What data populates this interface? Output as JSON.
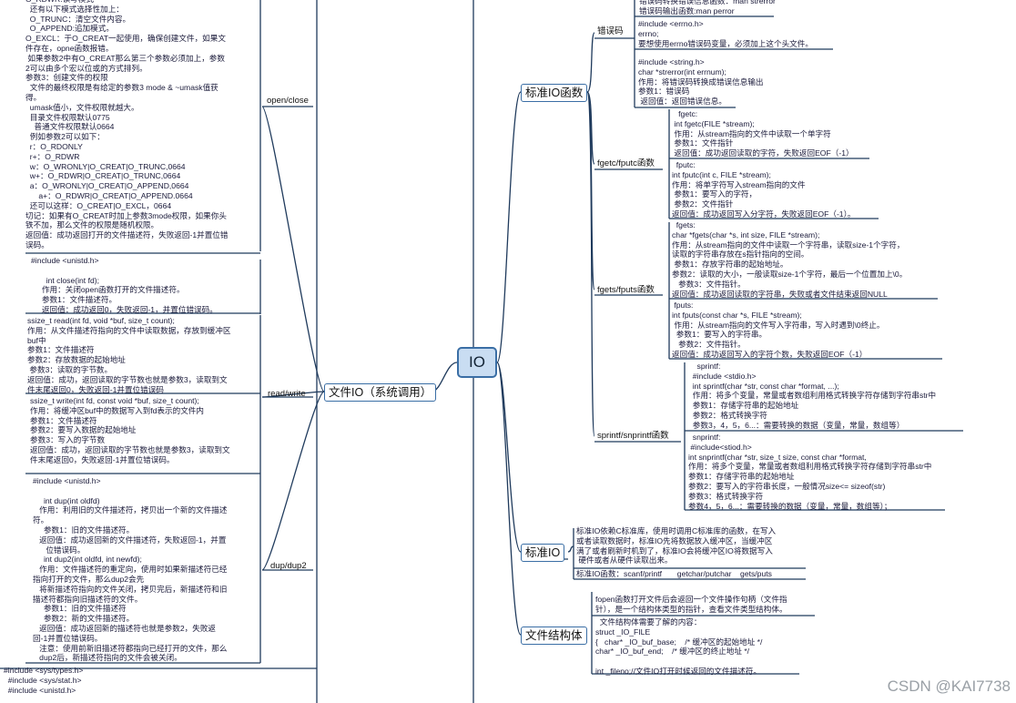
{
  "center": "IO",
  "watermark": "CSDN @KAI7738",
  "left": {
    "main": "文件IO（系统调用）",
    "branches": {
      "open_close": "open/close",
      "read_write": "read/write",
      "dup": "dup/dup2"
    },
    "notes": {
      "open_desc": "O_RDWR:读写模式\n  还有以下模式选择性加上：\n  O_TRUNC：清空文件内容。\n  O_APPEND:追加模式。\nO_EXCL：于O_CREAT一起使用，确保创建文件，如果文\n件存在，opne函数报错。\n 如果参数2中有O_CREAT那么第三个参数必须加上，参数\n2可以由多个宏以位或的方式排列。\n参数3：创建文件的权限\n  文件的最终权限是有给定的参数3 mode & ~umask值获\n得。\n  umask值小，文件权限就越大。\n  目录文件权限默认0775\n    普通文件权限默认0664\n  例如参数2可以如下：\n  r：O_RDONLY\n  r+：O_RDWR\n  w：O_WRONLY|O_CREAT|O_TRUNC,0664\n  w+：O_RDWR|O_CREAT|O_TRUNC,0664\n  a：O_WRONLY|O_CREAT|O_APPEND,0664\n      a+：O_RDWR|O_CREAT|O_APPEND.0664\n  还可以这样：O_CREAT|O_EXCL，0664\n切记：如果有O_CREAT时加上参数3mode权限，如果你头\n铁不加，那么文件的权限是随机权限。\n返回值：成功返回打开的文件描述符，失败返回-1并置位错\n误码。",
      "close_desc": "#include <unistd.h>\n\n       int close(int fd);\n     作用：关闭open函数打开的文件描述符。\n     参数1：文件描述符。\n     返回值：成功返回0，失败返回-1，并置位错误码。",
      "read_desc": "ssize_t read(int fd, void *buf, size_t count);\n作用：从文件描述符指向的文件中读取数据，存放到缓冲区\nbuf中\n参数1：文件描述符\n参数2：存放数据的起始地址\n 参数3：读取的字节数。\n返回值：成功，返回读取的字节数也就是参数3，读取到文\n件末尾返回0，失败返回-1并置位错误码",
      "write_desc": "ssize_t write(int fd, const void *buf, size_t count);\n作用：将缓冲区buf中的数据写入到fd表示的文件内\n参数1：文件描述符\n参数2：要写入数据的起始地址\n参数3：写入的字节数\n返回值：成功，返回读取的字节数也就是参数3，读取到文\n件末尾返回0，失败返回-1并置位错误码。",
      "dup_desc": "#include <unistd.h>\n\n     int dup(int oldfd)\n   作用：利用旧的文件描述符，拷贝出一个新的文件描述\n符。\n     参数1：旧的文件描述符。\n   返回值：成功返回新的文件描述符，失败返回-1，并置\n      位错误码。\n     int dup2(int oldfd, int newfd);\n   作用：文件描述符的重定向，使用时如果新描述符已经\n指向打开的文件，那么dup2会先\n   将新描述符指向的文件关闭，拷贝完后，新描述符和旧\n描述符都指向旧描述符的文件。\n     参数1：旧的文件描述符\n     参数2：新的文件描述符。\n   返回值：成功返回新的描述符也就是参数2，失败返\n回-1并置位错误码。\n   注意：使用前新旧描述符都指向已经打开的文件，那么\n   dup2后，新描述符指向的文件会被关闭。",
      "includes": "#include <sys/types.h>\n  #include <sys/stat.h>\n  #include <unistd.h>"
    }
  },
  "right": {
    "std_io": {
      "main": "标准IO函数",
      "branches": {
        "errno": "错误码",
        "fgetc": "fgetc/fputc函数",
        "fgets": "fgets/fputs函数",
        "sprintf": "sprintf/snprintf函数"
      },
      "notes": {
        "errno_desc": "错误码转换错误信息函数：man strerror\n错误码输出函数:man perror",
        "errno_h": "#include <errno.h>\nerrno;\n要想使用errno错误码变量，必须加上这个头文件。",
        "strerror": "#include <string.h>\nchar *strerror(int errnum);\n作用：将错误码转换成错误信息输出\n参数1：错误码\n 返回值：返回错误信息。",
        "fgetc": "   fgetc:\n int fgetc(FILE *stream);\n 作用：从stream指向的文件中读取一个单字符\n 参数1：文件指针\n 返回值：成功返回读取的字符，失败返回EOF（-1）",
        "fputc": "  fputc:\nint fputc(int c, FILE *stream);\n作用：将单字符写入stream指向的文件\n 参数1：要写入的字符，\n 参数2：文件指针\n返回值：成功返回写入分字符，失败返回EOF（-1）。",
        "fgets": "  fgets:\nchar *fgets(char *s, int size, FILE *stream);\n作用：从stream指向的文件中读取一个字符串，读取size-1个字符，\n读取的字符串存放在s指针指向的空间。\n 参数1：存放字符串的起始地址。\n参数2：读取的大小，一般读取size-1个字符，最后一个位置加上\\0。\n   参数3：文件指针。\n返回值：成功返回读取的字符串，失败或者文件结束返回NULL",
        "fputs": " fputs:\nint fputs(const char *s, FILE *stream);\n 作用：从stream指向的文件写入字符串，写入时遇到\\0终止。\n  参数1：要写入的字符串。\n   参数2：文件指针。\n返回值：成功返回写入的字符个数，失败返回EOF（-1）",
        "sprintf": "    sprintf:\n  #include <stdio.h>\n  int sprintf(char *str, const char *format, ...);\n  作用：将多个变量，常量或者数组利用格式转换字符存储到字符串str中\n  参数1：存储字符串的起始地址\n  参数2：格式转换字符\n  参数3，4，5，6...：需要转换的数据（变量，常量，数组等）",
        "snprintf": "  snprintf:\n #include<stiod.h>\nint snprintf(char *str, size_t size, const char *format,\n作用：将多个变量，常量或者数组利用格式转换字符存储到字符串str中\n参数1：存储字符串的起始地址\n参数2：要写入的字符串长度，一般情况size<= sizeof(str)\n参数3：格式转换字符\n参数4，5，6...：需要转换的数据（变量，常量，数组等）；"
      }
    },
    "std_io_desc": {
      "main": "标准IO",
      "notes": {
        "desc": "标准IO依赖C标准库，使用时调用C标准库的函数，在写入\n或者读取数据时，标准IO先将数据放入缓冲区，当缓冲区\n满了或者刷新时机到了，标准IO会将缓冲区IO将数据写入\n 硬件或者从硬件读取出来。",
        "funcs": "标准IO函数：scanf/printf       getchar/putchar    gets/puts"
      }
    },
    "file_struct": {
      "main": "文件结构体",
      "notes": {
        "desc": "fopen函数打开文件后会返回一个文件操作句柄（文件指\n针），是一个结构体类型的指针，查看文件类型结构体。",
        "struct": "  文件结构体需要了解的内容：\nstruct _IO_FILE\n{   char* _IO_buf_base;    /* 缓冲区的起始地址 */\nchar* _IO_buf_end;    /* 缓冲区的终止地址 */\n\nint _fileno;//文件IO打开时候返回的文件描述符。"
      }
    }
  }
}
